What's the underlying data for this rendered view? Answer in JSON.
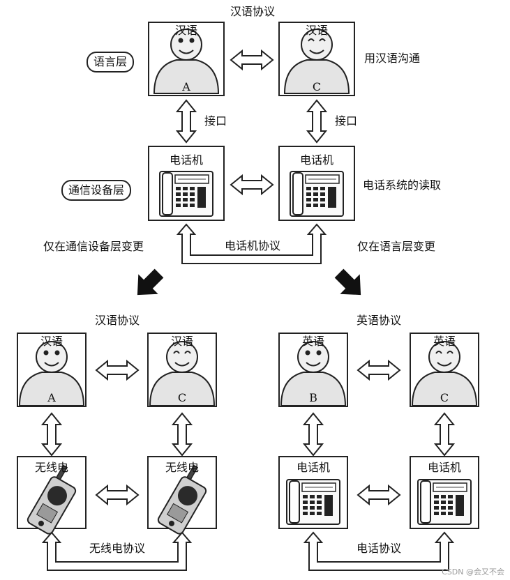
{
  "labels": {
    "top_protocol": "汉语协议",
    "lang_left": "汉语",
    "lang_right": "汉语",
    "person_a": "A",
    "person_c": "C",
    "language_layer": "语言层",
    "use_chinese": "用汉语沟通",
    "interface_left": "接口",
    "interface_right": "接口",
    "phone_left": "电话机",
    "phone_right": "电话机",
    "device_layer": "通信设备层",
    "phone_system": "电话系统的读取",
    "phone_protocol": "电话机协议",
    "change_device_only": "仅在通信设备层变更",
    "change_language_only": "仅在语言层变更"
  },
  "bottom_left": {
    "protocol": "汉语协议",
    "lang_left": "汉语",
    "lang_right": "汉语",
    "person_left": "A",
    "person_right": "C",
    "device_left": "无线电",
    "device_right": "无线电",
    "device_protocol": "无线电协议"
  },
  "bottom_right": {
    "protocol": "英语协议",
    "lang_left": "英语",
    "lang_right": "英语",
    "person_left": "B",
    "person_right": "C",
    "device_left": "电话机",
    "device_right": "电话机",
    "device_protocol": "电话协议"
  },
  "watermark": "CSDN @会又不会"
}
